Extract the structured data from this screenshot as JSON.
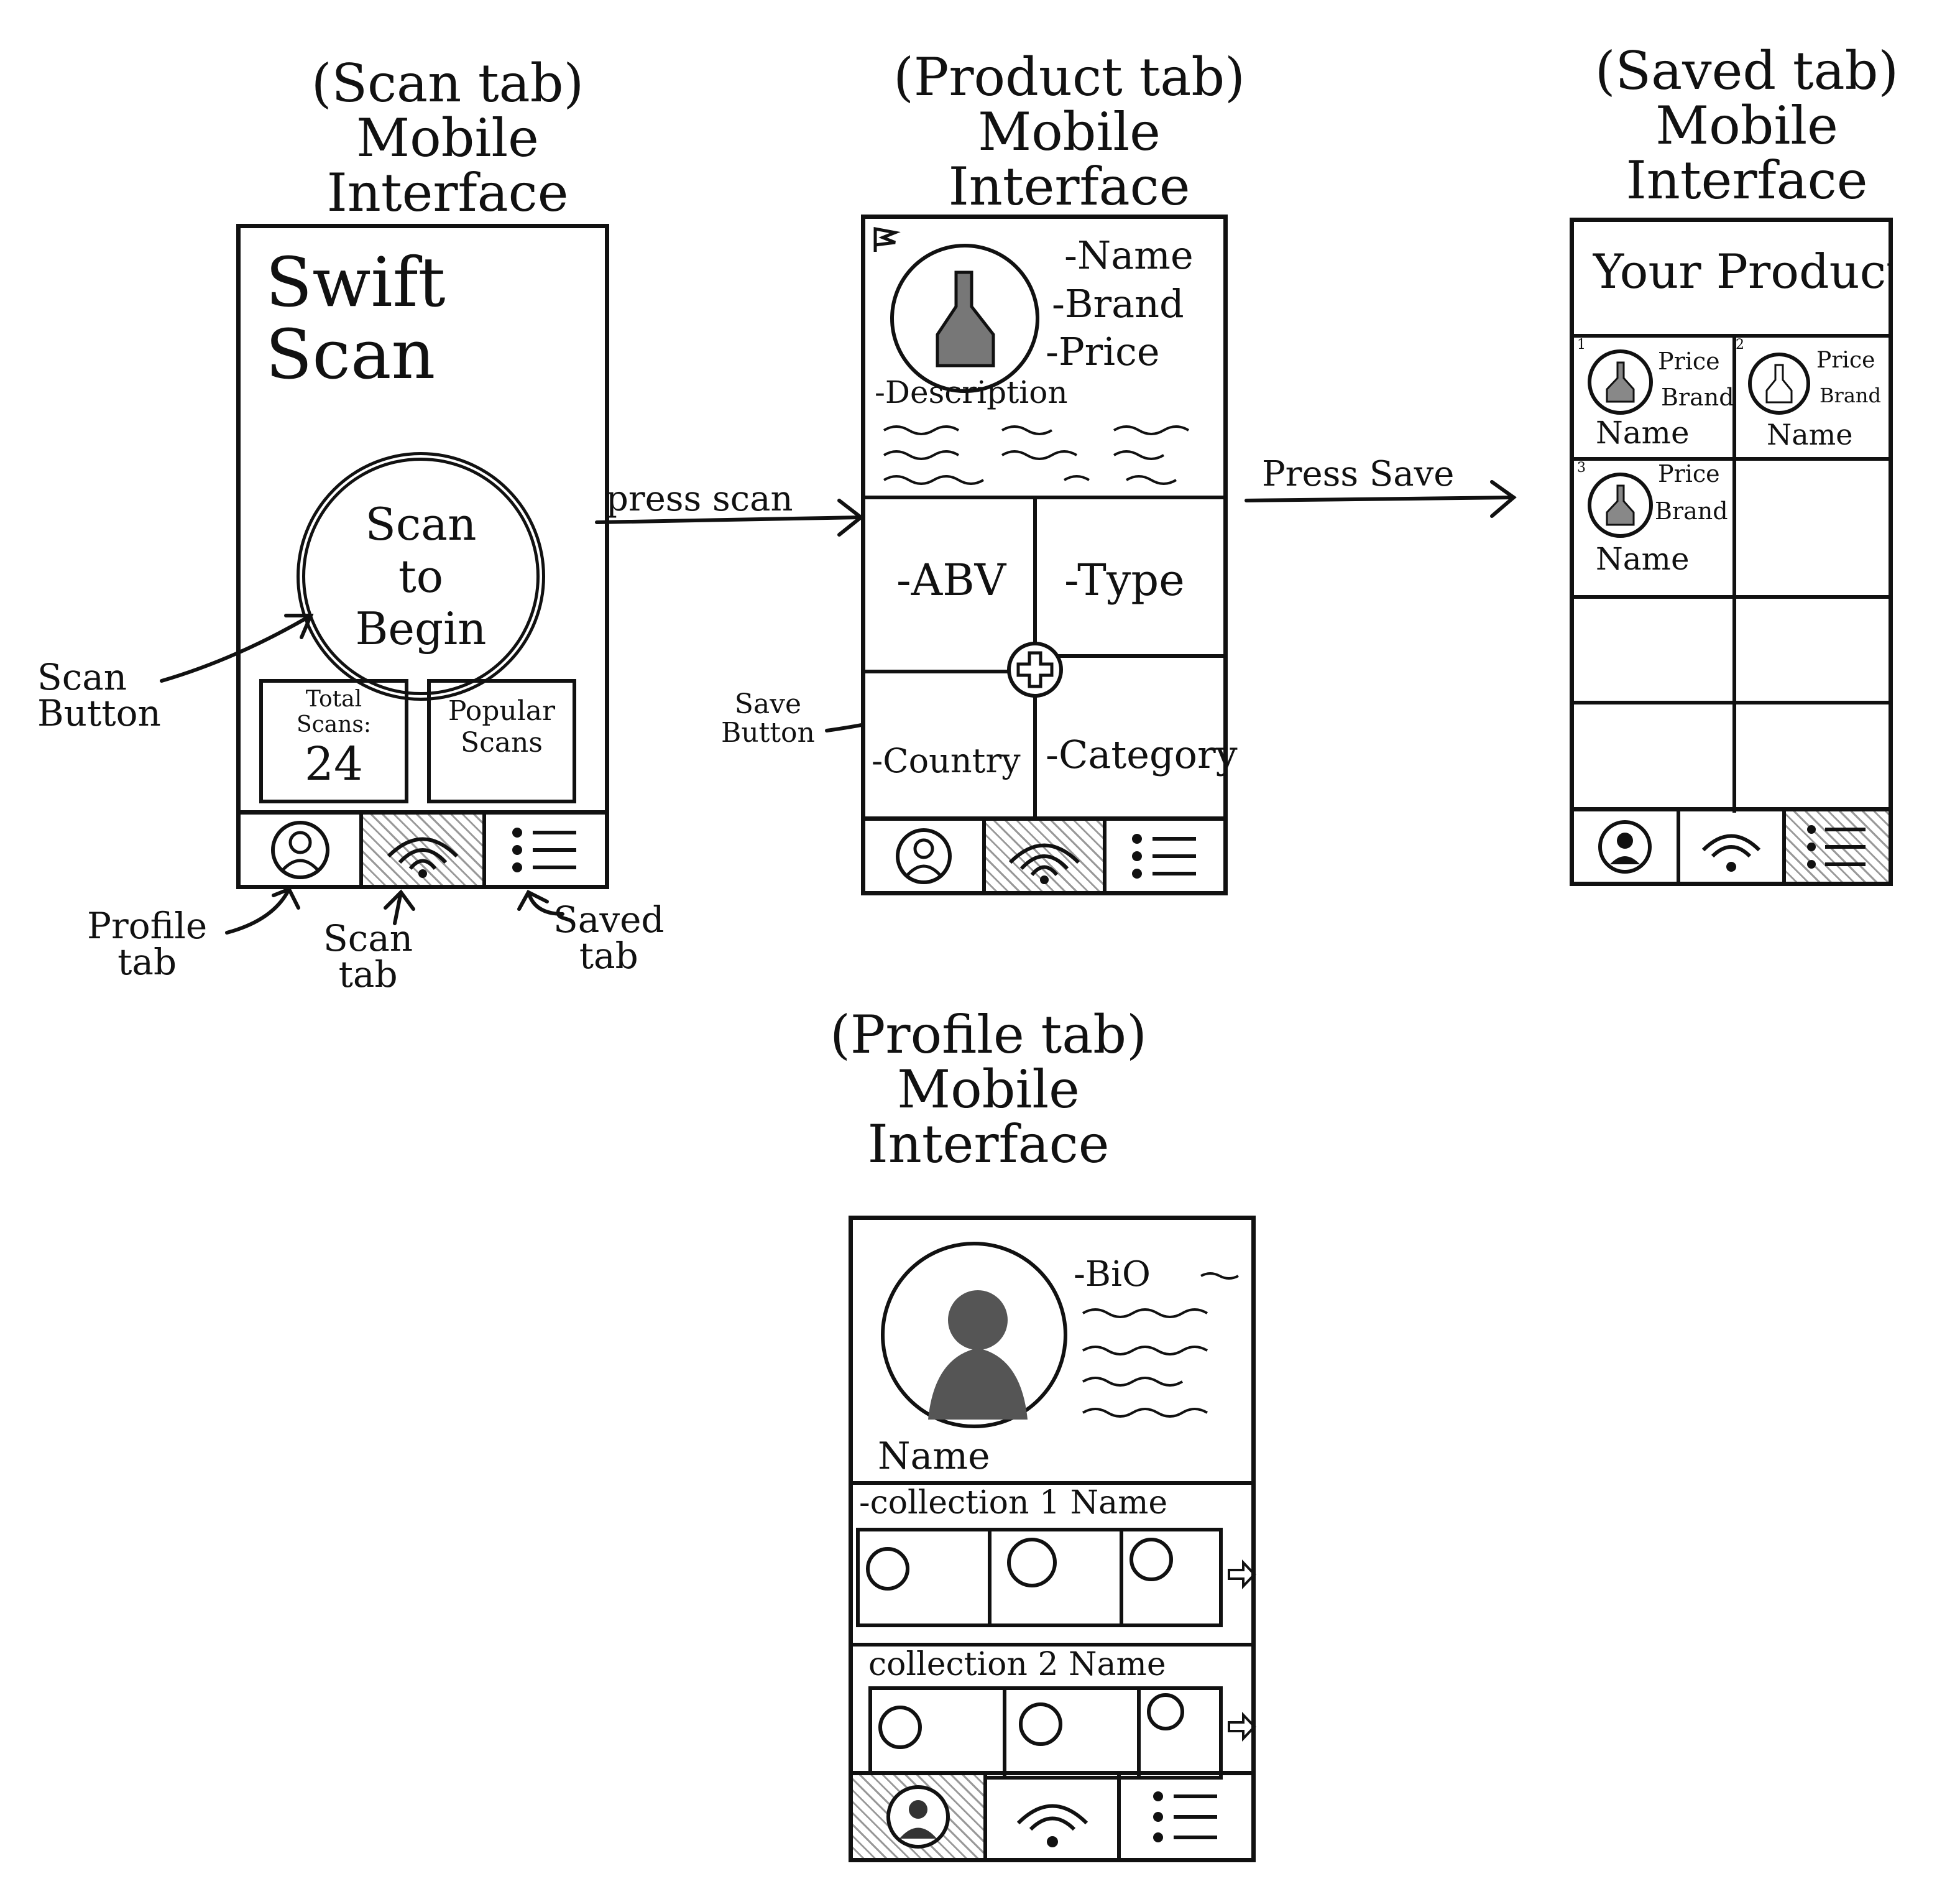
{
  "scan_screen": {
    "title": [
      "(Scan tab)",
      "Mobile",
      "Interface"
    ],
    "logo_line1": "Swift",
    "logo_line2": "Scan",
    "scan_button": [
      "Scan",
      "to",
      "Begin"
    ],
    "total_scans_label": [
      "Total",
      "Scans:"
    ],
    "total_scans_value": "24",
    "popular_scans": [
      "Popular",
      "Scans"
    ],
    "annotations": {
      "scan_button": [
        "Scan",
        "Button"
      ],
      "profile_tab": [
        "Profile",
        "tab"
      ],
      "scan_tab": [
        "Scan",
        "tab"
      ],
      "saved_tab": [
        "Saved",
        "tab"
      ]
    }
  },
  "arrows": {
    "press_scan": "press scan",
    "press_save": "Press Save"
  },
  "product_screen": {
    "title": [
      "(Product tab)",
      "Mobile",
      "Interface"
    ],
    "fields": [
      "-Name",
      "-Brand",
      "-Price"
    ],
    "description": "-Description",
    "grid": [
      "-ABV",
      "-Type",
      "-Country",
      "-Category"
    ],
    "save_annotation": [
      "Save",
      "Button"
    ]
  },
  "saved_screen": {
    "title": [
      "(Saved tab)",
      "Mobile",
      "Interface"
    ],
    "header": "Your Products",
    "items": [
      {
        "num": "1",
        "price": "Price",
        "brand": "Brand",
        "name": "Name"
      },
      {
        "num": "2",
        "price": "Price",
        "brand": "Brand",
        "name": "Name"
      },
      {
        "num": "3",
        "price": "Price",
        "brand": "Brand",
        "name": "Name"
      }
    ]
  },
  "profile_screen": {
    "title": [
      "(Profile tab)",
      "Mobile",
      "Interface"
    ],
    "bio": "-BiO",
    "name": "Name",
    "collection1": "-collection 1 Name",
    "collection2": "collection 2 Name"
  }
}
